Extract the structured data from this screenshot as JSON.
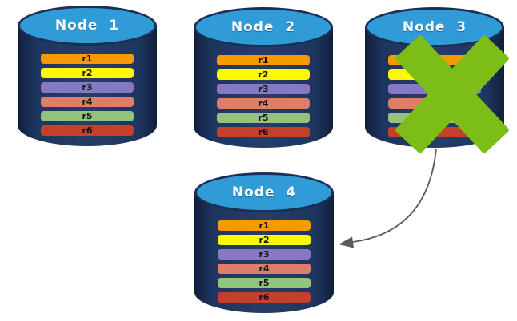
{
  "diagram": {
    "description": "Four database node cylinders; Node 3 is crossed out and an arrow points from Node 3 to Node 4",
    "colors": {
      "cylinder_body": "#1e3560",
      "cylinder_outline": "#1b2f55",
      "cylinder_top_fill": "#2f9bd7",
      "node_label_text": "#ffffff",
      "row_label_text": "#101010",
      "x_mark": "#7cbd17",
      "arrow": "#5a5a5a"
    },
    "nodes": [
      {
        "label": "Node  1",
        "x_mark": false,
        "rows": [
          {
            "label": "r1",
            "color": "#f59b00"
          },
          {
            "label": "r2",
            "color": "#fdf900"
          },
          {
            "label": "r3",
            "color": "#8678c2"
          },
          {
            "label": "r4",
            "color": "#dd7e6b"
          },
          {
            "label": "r5",
            "color": "#93c47d"
          },
          {
            "label": "r6",
            "color": "#c5402a"
          }
        ]
      },
      {
        "label": "Node  2",
        "x_mark": false,
        "rows": [
          {
            "label": "r1",
            "color": "#f59b00"
          },
          {
            "label": "r2",
            "color": "#fdf900"
          },
          {
            "label": "r3",
            "color": "#8678c2"
          },
          {
            "label": "r4",
            "color": "#dd7e6b"
          },
          {
            "label": "r5",
            "color": "#93c47d"
          },
          {
            "label": "r6",
            "color": "#c5402a"
          }
        ]
      },
      {
        "label": "Node  3",
        "x_mark": true,
        "rows": [
          {
            "label": "r1",
            "color": "#f59b00"
          },
          {
            "label": "r2",
            "color": "#fdf900"
          },
          {
            "label": "r3",
            "color": "#8678c2"
          },
          {
            "label": "r4",
            "color": "#dd7e6b"
          },
          {
            "label": "r5",
            "color": "#93c47d"
          },
          {
            "label": "r6",
            "color": "#c5402a"
          }
        ]
      },
      {
        "label": "Node  4",
        "x_mark": false,
        "rows": [
          {
            "label": "r1",
            "color": "#f59b00"
          },
          {
            "label": "r2",
            "color": "#fdf900"
          },
          {
            "label": "r3",
            "color": "#8678c2"
          },
          {
            "label": "r4",
            "color": "#dd7e6b"
          },
          {
            "label": "r5",
            "color": "#93c47d"
          },
          {
            "label": "r6",
            "color": "#c5402a"
          }
        ]
      }
    ],
    "arrow": {
      "from": "Node 3",
      "to": "Node 4"
    }
  }
}
